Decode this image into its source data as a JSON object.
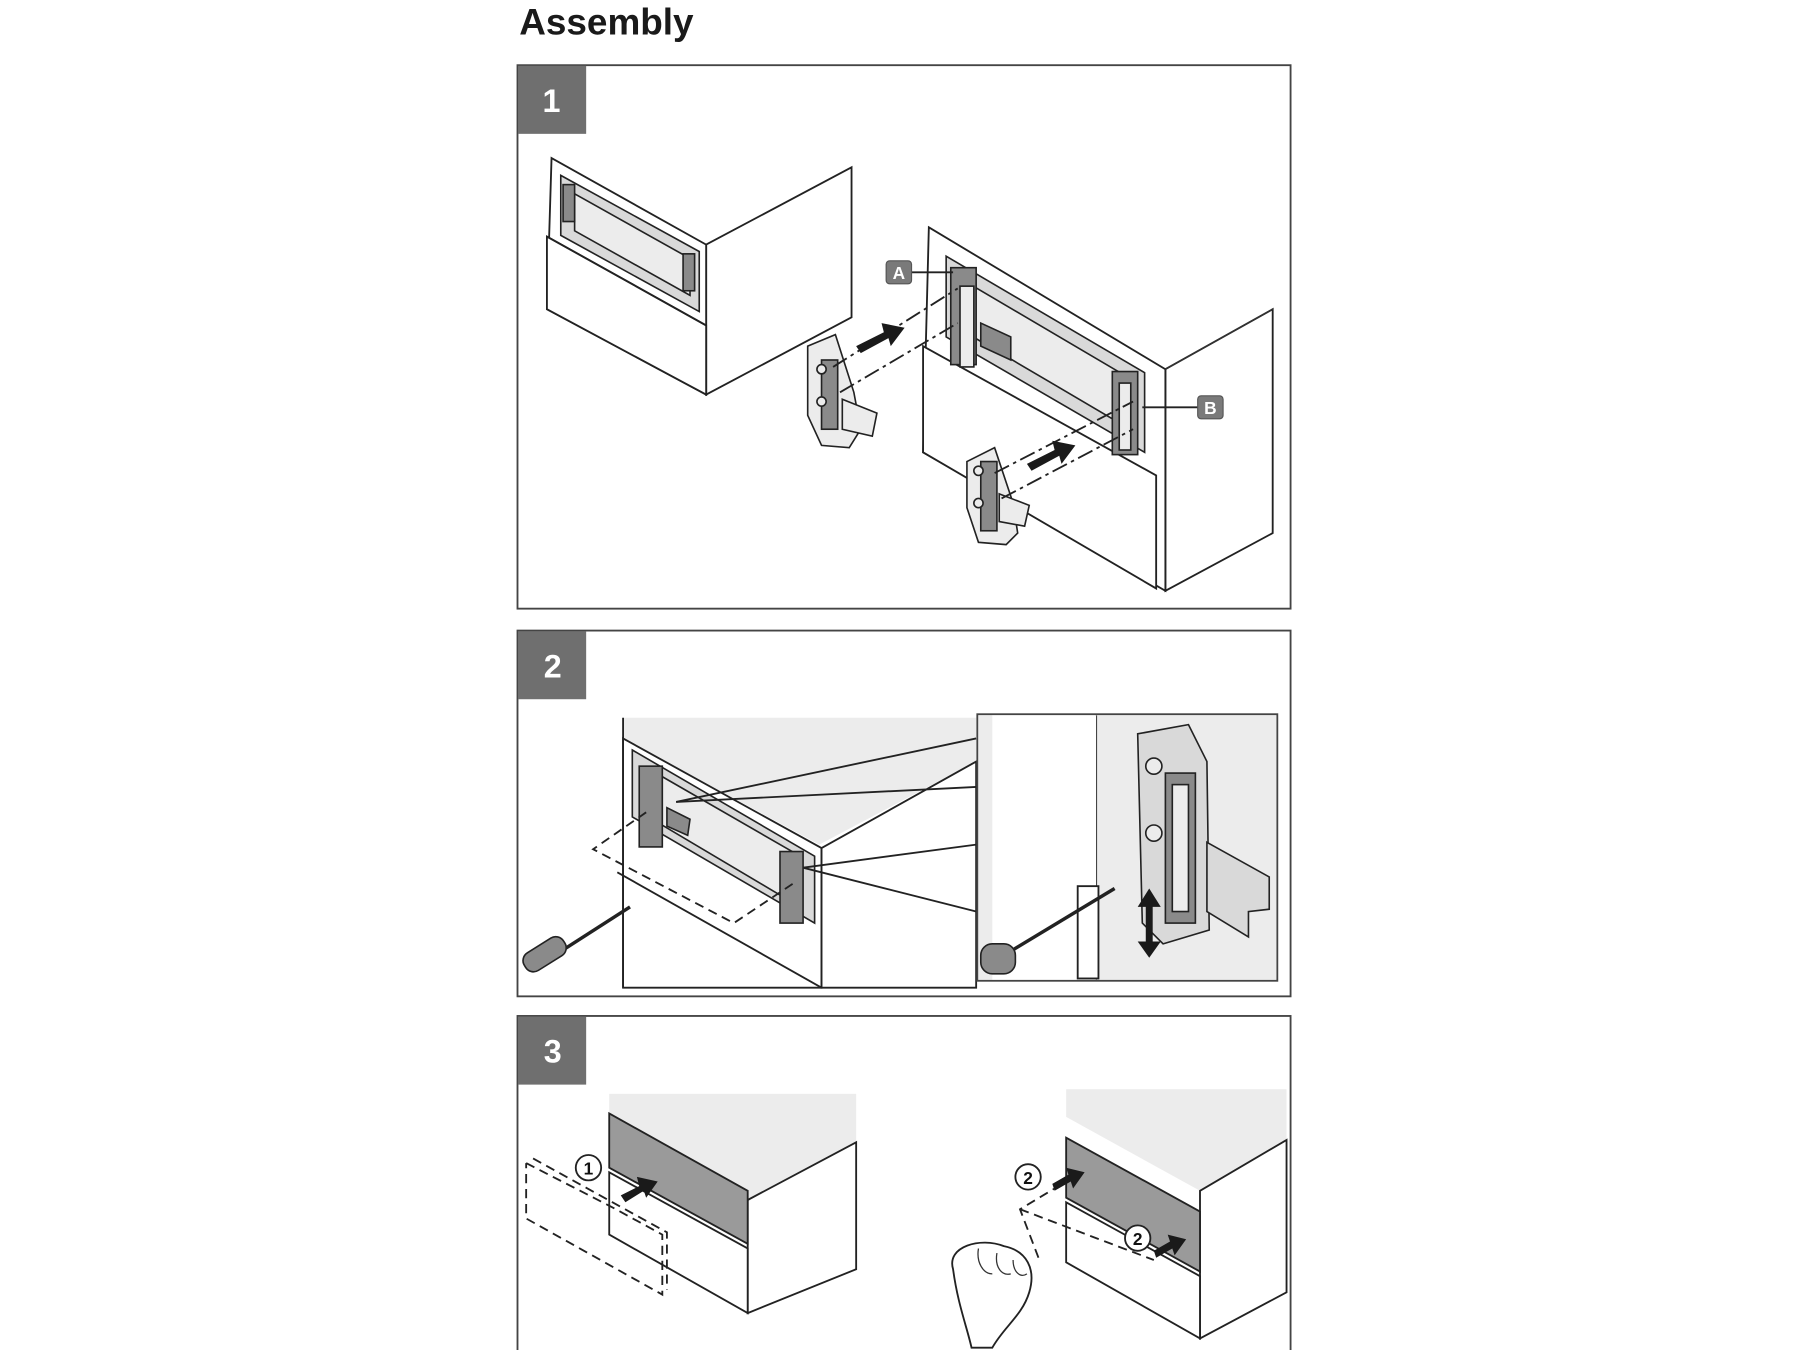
{
  "title": "Assembly",
  "steps": [
    {
      "number": "1",
      "callouts": [
        "A",
        "B"
      ]
    },
    {
      "number": "2"
    },
    {
      "number": "3",
      "callouts": [
        "1",
        "2",
        "2"
      ]
    }
  ]
}
